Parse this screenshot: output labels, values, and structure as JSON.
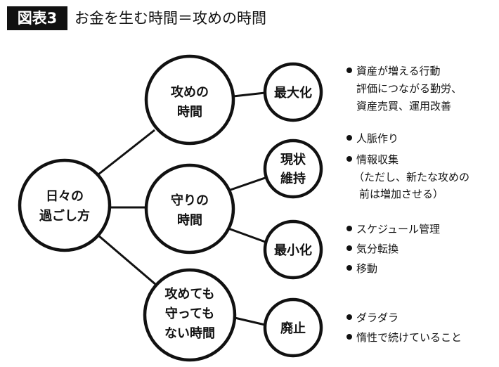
{
  "header": {
    "figure_label": "図表3",
    "title": "お金を生む時間＝攻めの時間"
  },
  "nodes": {
    "root": [
      "日々の",
      "過ごし方"
    ],
    "attack": [
      "攻めの",
      "時間"
    ],
    "defend": [
      "守りの",
      "時間"
    ],
    "neither": [
      "攻めても",
      "守っても",
      "ない時間"
    ],
    "maximize": [
      "最大化"
    ],
    "maintain": [
      "現状",
      "維持"
    ],
    "minimize": [
      "最小化"
    ],
    "abolish": [
      "廃止"
    ]
  },
  "notes": {
    "maximize": {
      "b1": "資産が増える行動",
      "l2": "評価につながる勤労、",
      "l3": "資産売買、運用改善"
    },
    "maintain": {
      "b1": "人脈作り",
      "b2": "情報収集",
      "l3": "（ただし、新たな攻めの",
      "l4": "前は増加させる）"
    },
    "minimize": {
      "b1": "スケジュール管理",
      "b2": "気分転換",
      "b3": "移動"
    },
    "abolish": {
      "b1": "ダラダラ",
      "b2": "惰性で続けていること"
    }
  }
}
